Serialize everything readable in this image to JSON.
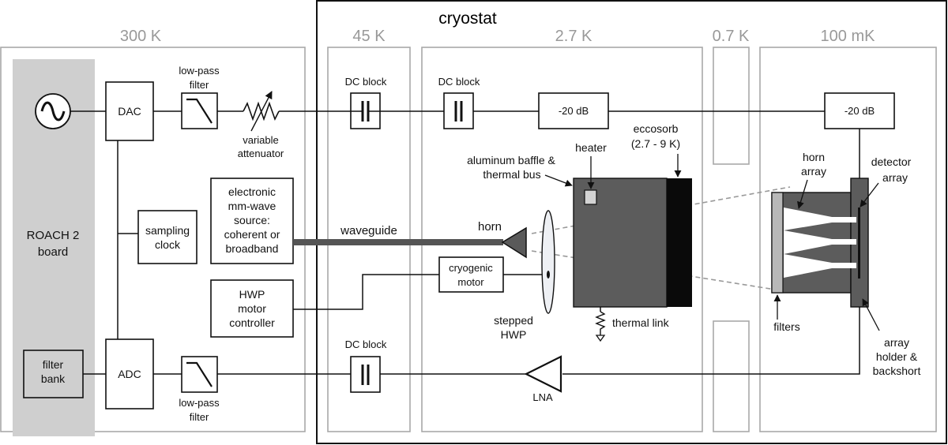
{
  "title": "cryostat",
  "stages": {
    "s300": "300 K",
    "s45": "45 K",
    "s27": "2.7 K",
    "s07": "0.7 K",
    "s100": "100 mK"
  },
  "components": {
    "roach_l1": "ROACH 2",
    "roach_l2": "board",
    "dac": "DAC",
    "adc": "ADC",
    "lpf_top_l1": "low-pass",
    "lpf_top_l2": "filter",
    "lpf_bot_l1": "low-pass",
    "lpf_bot_l2": "filter",
    "atten_l1": "variable",
    "atten_l2": "attenuator",
    "clock_l1": "sampling",
    "clock_l2": "clock",
    "filterbank_l1": "filter",
    "filterbank_l2": "bank",
    "source_l1": "electronic",
    "source_l2": "mm-wave",
    "source_l3": "source:",
    "source_l4": "coherent or",
    "source_l5": "broadband",
    "hwpctrl_l1": "HWP",
    "hwpctrl_l2": "motor",
    "hwpctrl_l3": "controller",
    "dc_block_45_top": "DC block",
    "dc_block_27_top": "DC block",
    "dc_block_45_bot": "DC block",
    "atten_27": "-20 dB",
    "atten_100": "-20 dB",
    "waveguide": "waveguide",
    "horn": "horn",
    "cryo_motor_l1": "cryogenic",
    "cryo_motor_l2": "motor",
    "hwp_l1": "stepped",
    "hwp_l2": "HWP",
    "lna": "LNA",
    "baffle_l1": "aluminum baffle &",
    "baffle_l2": "thermal bus",
    "heater": "heater",
    "eccosorb_l1": "eccosorb",
    "eccosorb_l2": "(2.7 - 9 K)",
    "thermal_link": "thermal link",
    "horn_array_l1": "horn",
    "horn_array_l2": "array",
    "detector_l1": "detector",
    "detector_l2": "array",
    "filters": "filters",
    "holder_l1": "array",
    "holder_l2": "holder &",
    "holder_l3": "backshort"
  }
}
